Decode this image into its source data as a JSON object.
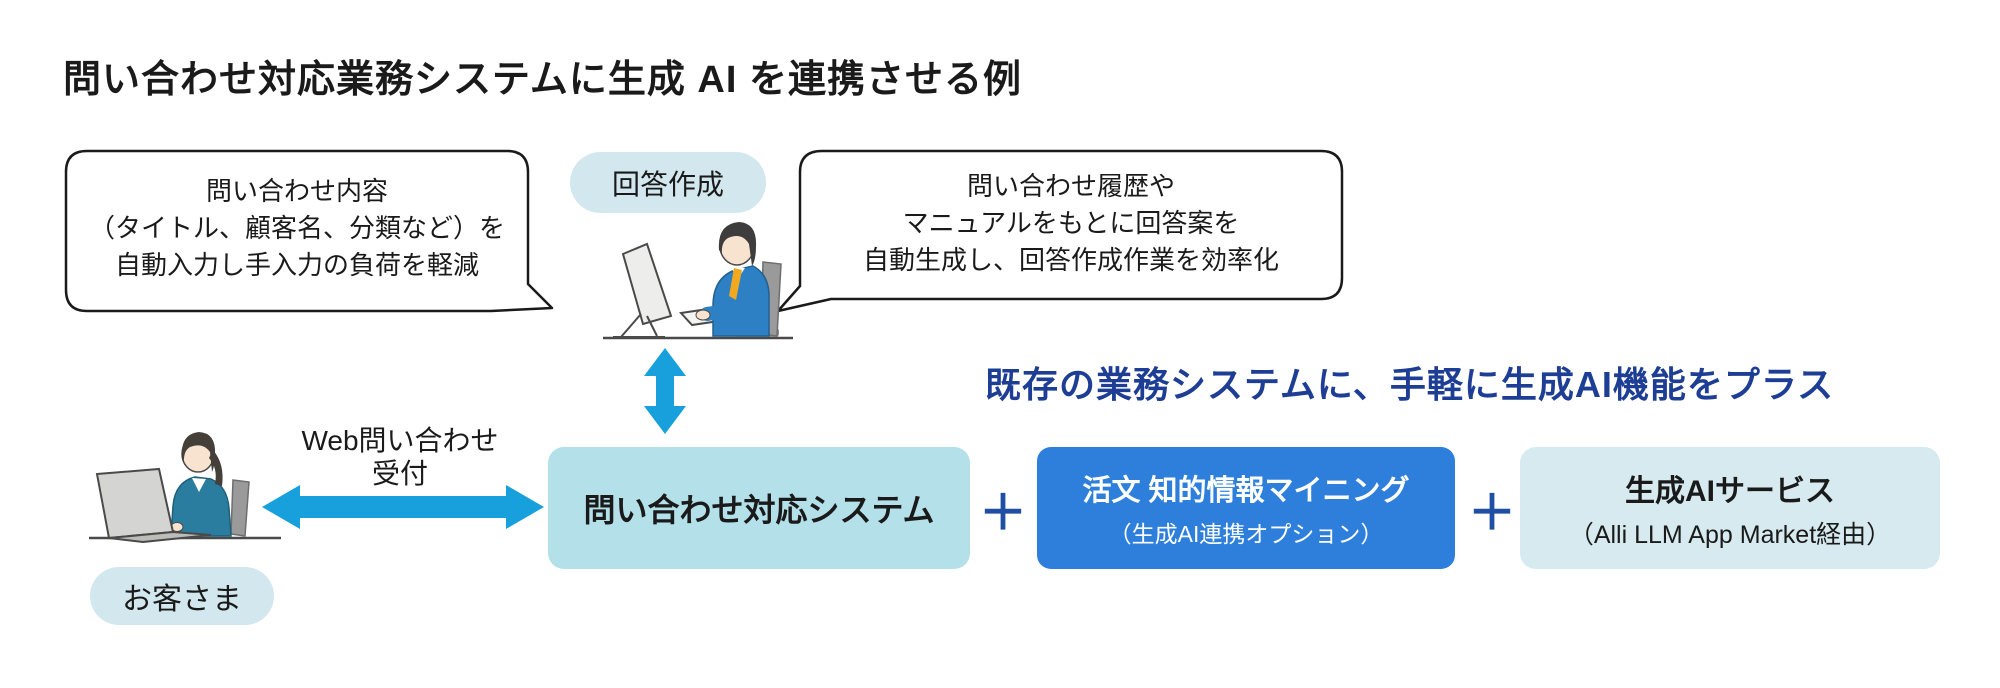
{
  "title": "問い合わせ対応業務システムに生成 AI を連携させる例",
  "bubbles": {
    "left": {
      "lines": [
        "問い合わせ内容",
        "（タイトル、顧客名、分類など）を",
        "自動入力し手入力の負荷を軽減"
      ]
    },
    "right": {
      "lines": [
        "問い合わせ履歴や",
        "マニュアルをもとに回答案を",
        "自動生成し、回答作成作業を効率化"
      ]
    }
  },
  "labels": {
    "answer_creation": "回答作成",
    "customer": "お客さま",
    "web_inquiry_line1": "Web問い合わせ",
    "web_inquiry_line2": "受付",
    "headline": "既存の業務システムに、手軽に生成AI機能をプラス",
    "plus": "＋"
  },
  "boxes": {
    "inquiry_system": {
      "label": "問い合わせ対応システム"
    },
    "mining": {
      "label": "活文 知的情報マイニング",
      "sublabel": "（生成AI連携オプション）"
    },
    "ai_service": {
      "label": "生成AIサービス",
      "sublabel": "（Alli LLM App Market経由）"
    }
  },
  "icons": {
    "horizontal_arrow": "bidirectional-arrow",
    "vertical_arrow": "bidirectional-arrow",
    "customer_illustration": "woman-at-laptop",
    "operator_illustration": "man-at-desktop"
  },
  "colors": {
    "arrow_blue": "#18a0dc",
    "headline_blue": "#1d3e94",
    "plus_blue": "#1e4fa4",
    "mining_box_blue": "#2e7fdb",
    "inquiry_box_cyan": "#b3e0e9",
    "pill_pale_blue": "#d2e7ee",
    "ai_service_box_pale_blue": "#d6eaf0",
    "text_black": "#1a1a1a",
    "operator_suit": "#2e80c4",
    "operator_tie": "#f2a91f",
    "customer_jacket": "#2a7d9e"
  }
}
